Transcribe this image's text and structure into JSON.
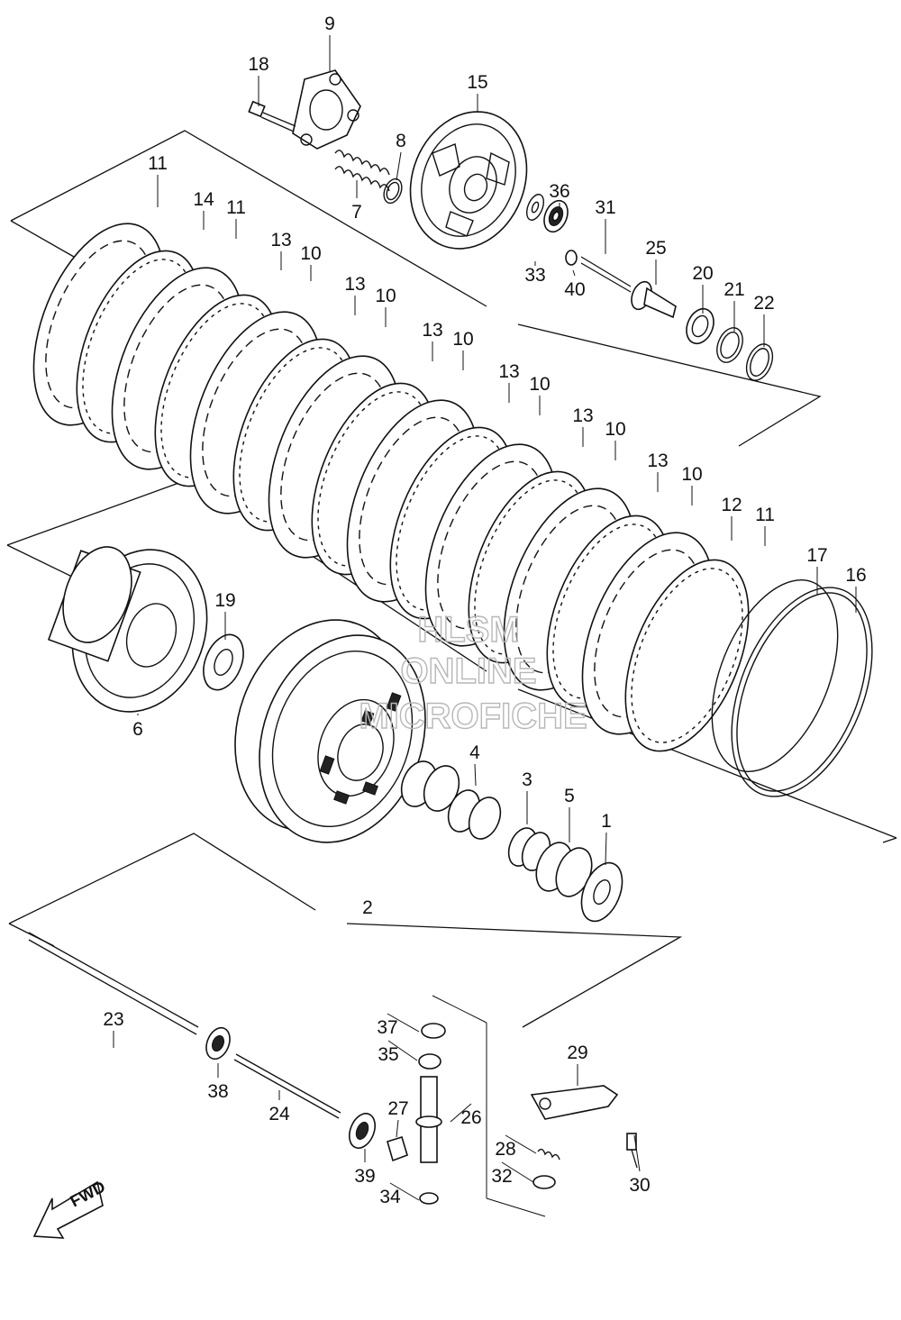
{
  "callouts": [
    "1",
    "2",
    "3",
    "4",
    "5",
    "6",
    "7",
    "8",
    "9",
    "10",
    "11",
    "12",
    "13",
    "14",
    "15",
    "16",
    "17",
    "18",
    "19",
    "20",
    "21",
    "22",
    "23",
    "24",
    "25",
    "26",
    "27",
    "28",
    "29",
    "30",
    "31",
    "32",
    "33",
    "34",
    "35",
    "36",
    "37",
    "38",
    "39",
    "40"
  ],
  "watermark": {
    "line1": "HLSM",
    "line2": "ONLINE",
    "line3": "MICROFICHE"
  },
  "fwd_label": "FWD"
}
